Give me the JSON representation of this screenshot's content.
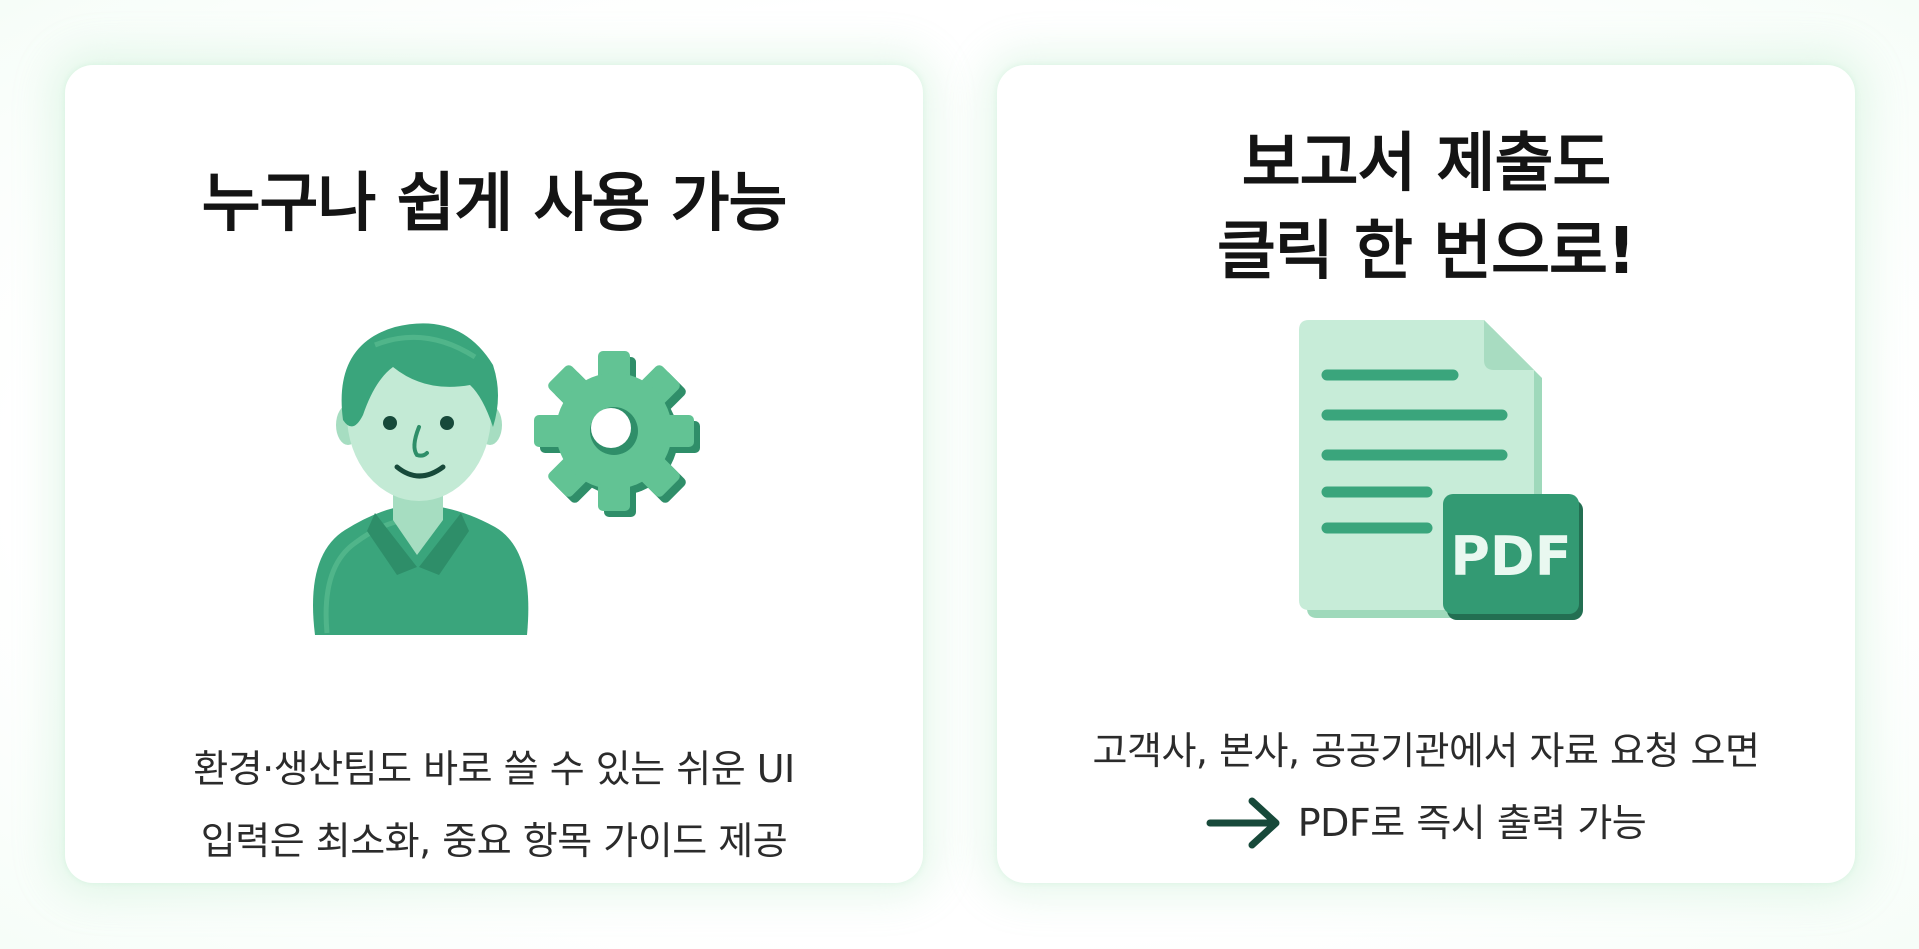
{
  "cards": [
    {
      "title_lines": [
        "누구나 쉽게 사용 가능"
      ],
      "illustration": [
        "person-icon",
        "gear-icon"
      ],
      "desc_lines": [
        "환경·생산팀도 바로 쓸 수 있는 쉬운 UI",
        "입력은 최소화, 중요 항목 가이드 제공"
      ]
    },
    {
      "title_lines": [
        "보고서 제출도",
        "클릭 한 번으로!"
      ],
      "illustration": [
        "pdf-document-icon"
      ],
      "pdf_badge": "PDF",
      "desc_lines": [
        "고객사, 본사, 공공기관에서 자료 요청 오면",
        "PDF로 즉시 출력 가능"
      ],
      "desc_icon": "arrow-right-icon"
    }
  ],
  "colors": {
    "accent_green": "#3aa57c",
    "light_green": "#c7ecd8",
    "dark_green": "#17493a",
    "title_text": "#141414",
    "body_text": "#2b2b2b"
  }
}
